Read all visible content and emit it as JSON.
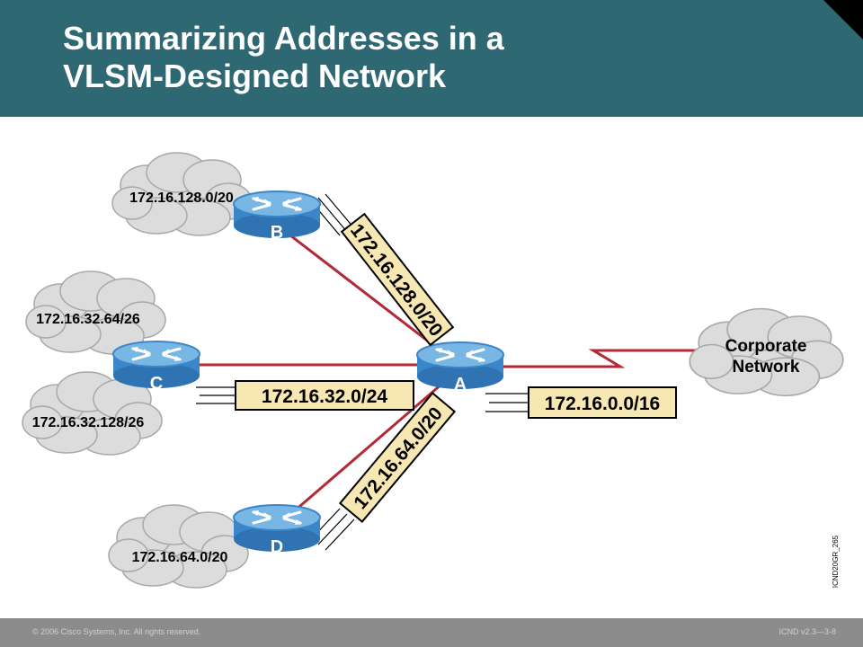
{
  "slide": {
    "title_line1": "Summarizing Addresses in a",
    "title_line2": "VLSM-Designed Network"
  },
  "routers": {
    "a": "A",
    "b": "B",
    "c": "C",
    "d": "D"
  },
  "clouds": {
    "b_net": "172.16.128.0/20",
    "c_net1": "172.16.32.64/26",
    "c_net2": "172.16.32.128/26",
    "d_net": "172.16.64.0/20",
    "corporate_line1": "Corporate",
    "corporate_line2": "Network"
  },
  "summaries": {
    "b_to_a": "172.16.128.0/20",
    "c_to_a": "172.16.32.0/24",
    "d_to_a": "172.16.64.0/20",
    "a_to_corp": "172.16.0.0/16"
  },
  "figure_id": "ICND20GR_265",
  "footer": {
    "copyright": "© 2006 Cisco Systems, Inc. All rights reserved.",
    "page": "ICND v2.3—3-8"
  },
  "colors": {
    "header": "#2e6873",
    "link": "#b22a36",
    "router_body": "#3a86c8",
    "router_top": "#76b4e2",
    "cloud": "#dcdcdc",
    "label_fill": "#f7e7b3"
  }
}
